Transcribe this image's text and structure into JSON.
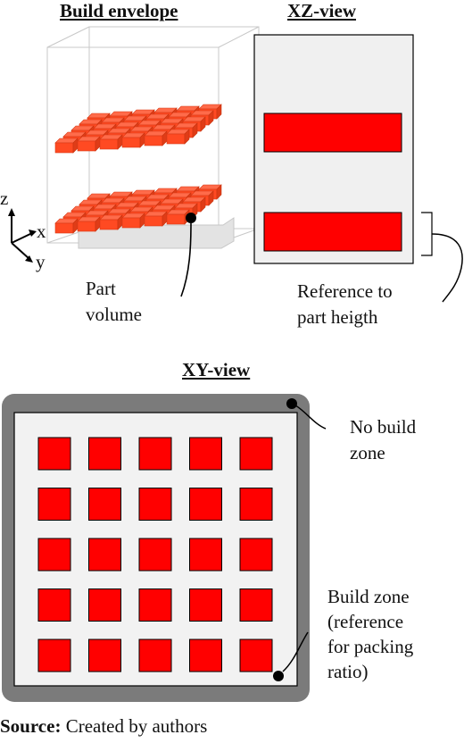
{
  "headings": {
    "build_envelope": "Build envelope",
    "xz_view": "XZ-view",
    "xy_view": "XY-view"
  },
  "axes": {
    "z": "z",
    "x": "x",
    "y": "y"
  },
  "labels": {
    "part_volume_line1": "Part",
    "part_volume_line2": "volume",
    "reference_line1": "Reference to",
    "reference_line2": "part heigth",
    "no_build_line1": "No build",
    "no_build_line2": "zone",
    "build_zone_line1": "Build zone",
    "build_zone_line2": "(reference",
    "build_zone_line3": "for packing",
    "build_zone_line4": "ratio)"
  },
  "source": {
    "prefix": "Source:",
    "text": " Created by authors"
  },
  "colors": {
    "part_red": "#ff0000",
    "part_red_3d": "#ff4a22",
    "no_build_zone": "#7b7b7b",
    "build_zone": "#f2f2f2",
    "xz_frame": "#f0f0f0"
  },
  "xy_grid": {
    "rows": 5,
    "cols": 5
  },
  "envelope_layers": {
    "count": 2,
    "rows": 5,
    "cols": 6
  }
}
